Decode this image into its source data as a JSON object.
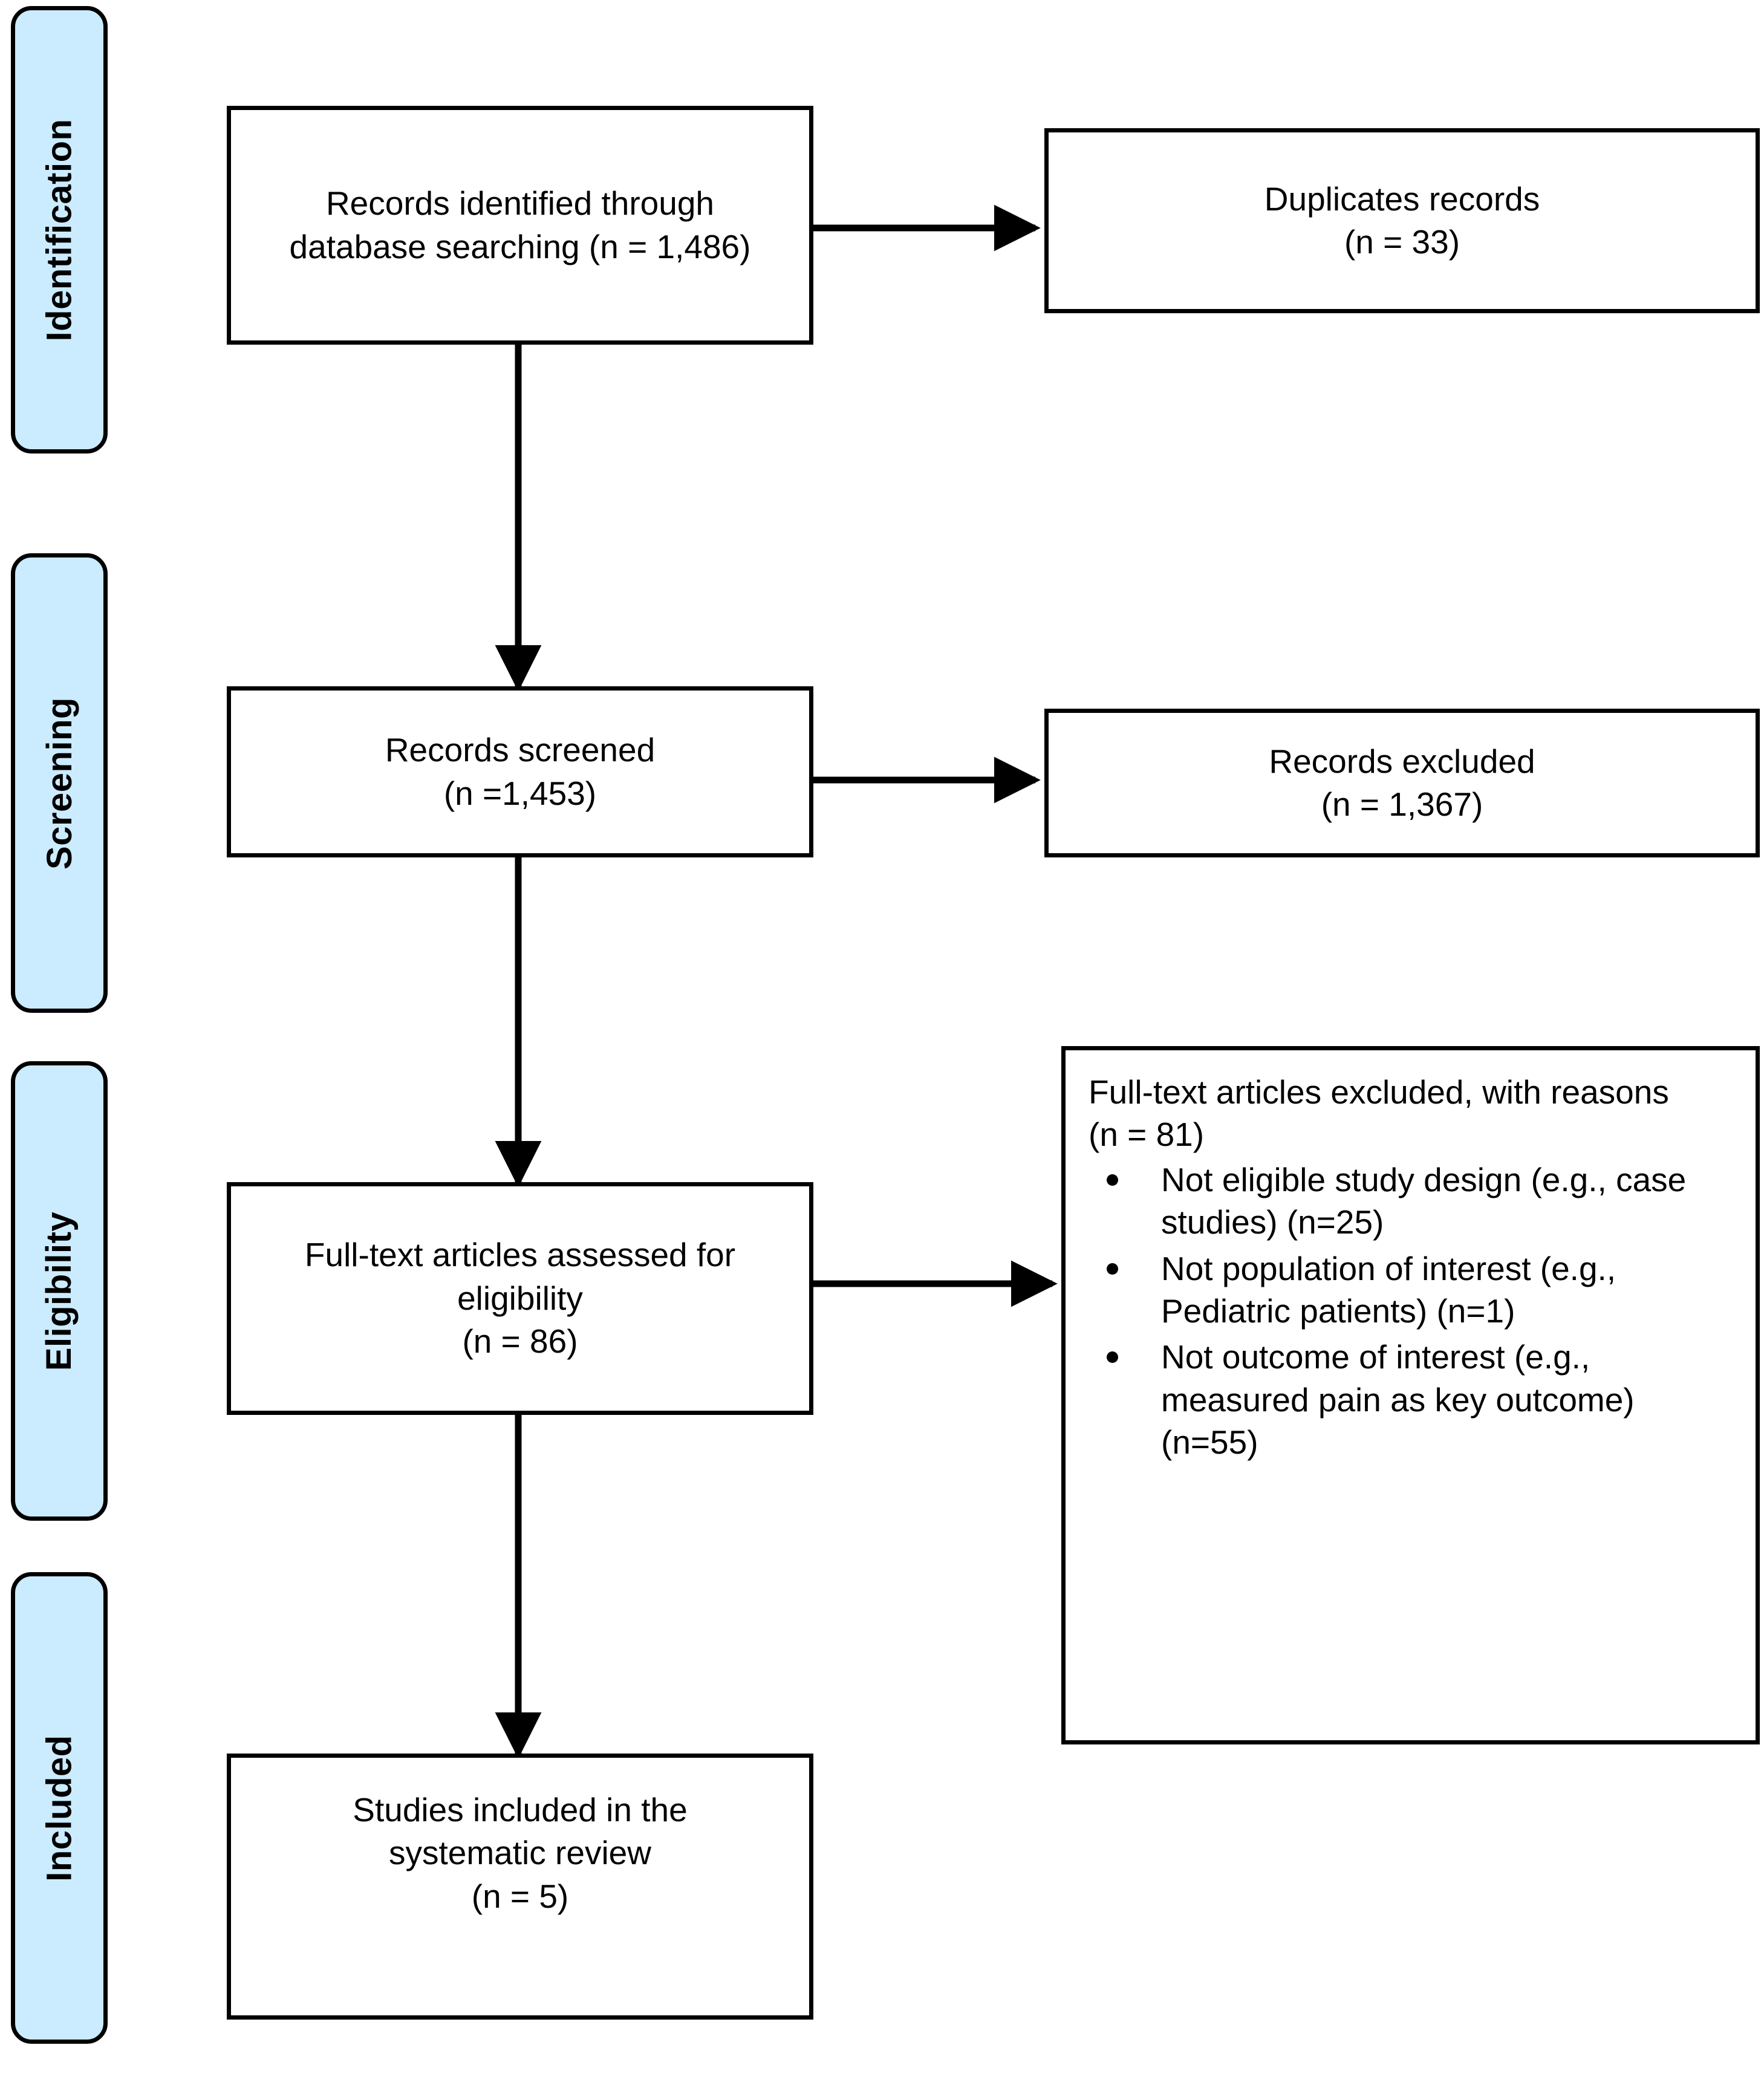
{
  "diagram": {
    "type": "prisma-flow-diagram",
    "accent_color": "#cbebff",
    "line_color": "#000000",
    "background_color": "#ffffff"
  },
  "stages": [
    {
      "label": "Identification"
    },
    {
      "label": "Screening"
    },
    {
      "label": "Eligibility"
    },
    {
      "label": "Included"
    }
  ],
  "boxes": {
    "identified": {
      "line1": "Records identified through",
      "line2": "database searching (n = 1,486)",
      "n": 1486
    },
    "duplicates": {
      "line1": "Duplicates records",
      "line2": "(n = 33)",
      "n": 33
    },
    "screened": {
      "line1": "Records screened",
      "line2": "(n =1,453)",
      "n": 1453
    },
    "excluded": {
      "line1": "Records excluded",
      "line2": "(n = 1,367)",
      "n": 1367
    },
    "fulltext": {
      "line1": "Full-text articles assessed for",
      "line2": "eligibility",
      "line3": "(n = 86)",
      "n": 86
    },
    "exclusions": {
      "heading": "Full-text articles excluded, with reasons\n(n = 81)",
      "n": 81,
      "reasons": [
        {
          "text": "Not eligible study design (e.g., case studies) (n=25)",
          "n": 25
        },
        {
          "text": "Not population of interest (e.g., Pediatric patients) (n=1)",
          "n": 1
        },
        {
          "text": "Not outcome of interest (e.g., measured pain as key outcome) (n=55)",
          "n": 55
        }
      ]
    },
    "included": {
      "line1": "Studies included in the",
      "line2": "systematic review",
      "line3": "(n = 5)",
      "n": 5
    }
  }
}
